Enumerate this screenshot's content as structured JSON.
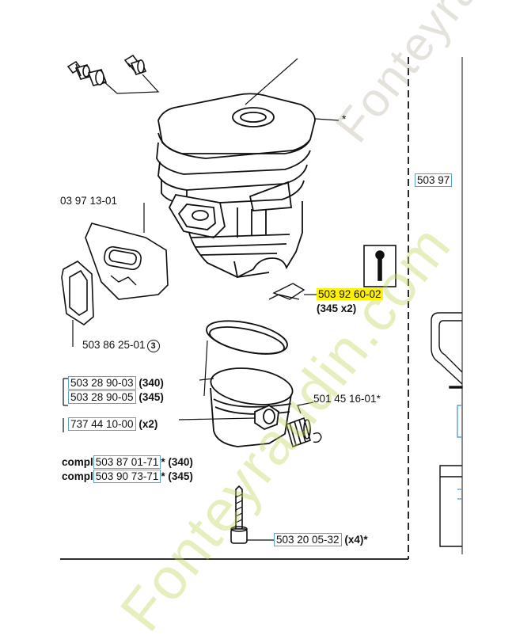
{
  "watermark": {
    "text": "Fonteyraudin.com",
    "colors": {
      "green": "#bcd65a",
      "gray": "#a09682",
      "orange": "#f0a020"
    }
  },
  "accent": {
    "highlight": "#fff200",
    "box": "#5aa0d0"
  },
  "labels": {
    "gasket_part": "03 97 13-01",
    "cyl_gasket": "503 86 25-01",
    "cyl_gasket_circle": "3",
    "clip_part": "503 92 60-02",
    "clip_qty": "(345 x2)",
    "ring_340": "503 28 90-03",
    "ring_340_qty": "(340)",
    "ring_345": "503 28 90-05",
    "ring_345_qty": "(345)",
    "pin_part": "737 44 10-00",
    "pin_qty": "(x2)",
    "bearing_part": "501 45 16-01*",
    "compl_word": "compl",
    "compl_1": "503 87 01-71",
    "compl_1_suffix": "* (340)",
    "compl_2": "503 90 73-71",
    "compl_2_suffix": "* (345)",
    "screw_part": "503 20 05-32",
    "screw_qty": "(x4)*",
    "right_part": "503 97",
    "asterisk": "*"
  },
  "icons": [
    "nozzle-icon",
    "wrench-icon",
    "cylinder-drawing",
    "piston-drawing",
    "bolt-drawing"
  ]
}
